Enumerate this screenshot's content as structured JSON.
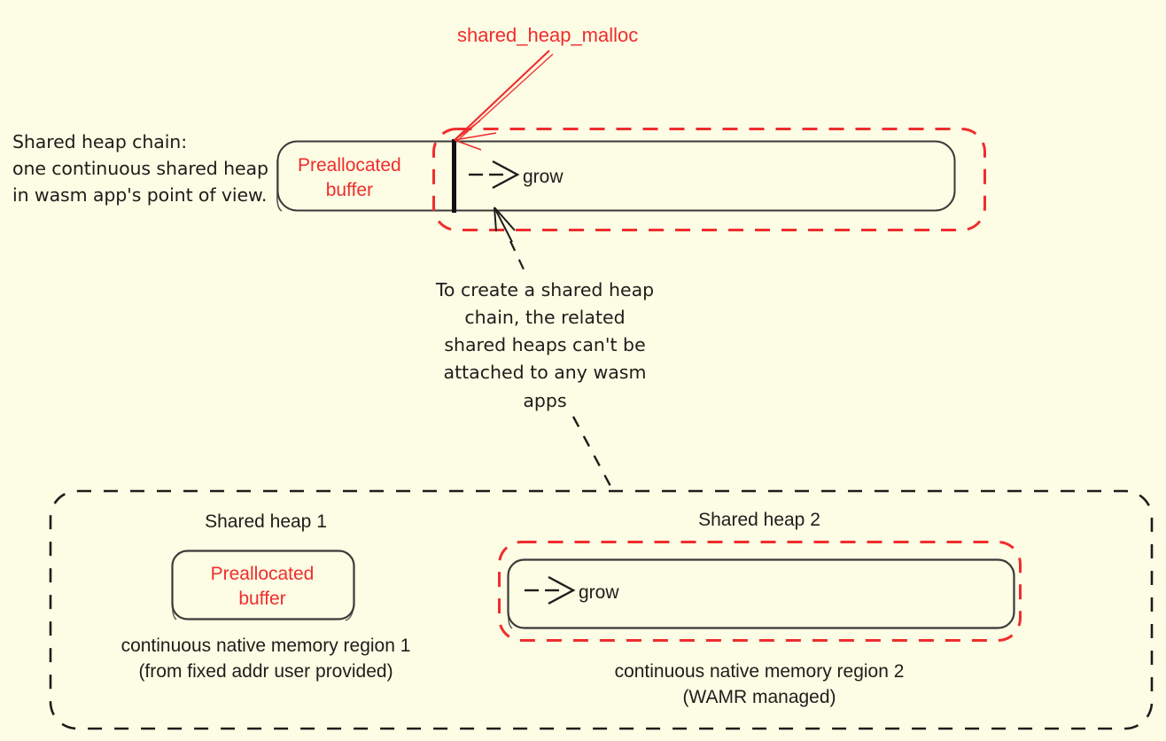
{
  "meta": {
    "background_color": "#FDFCE4",
    "ink_color": "#1d1d1b",
    "accent_color": "#ef2d2d"
  },
  "top": {
    "description": "Shared heap chain:\none continuous shared heap\nin wasm app's point of view.",
    "callout_label": "shared_heap_malloc",
    "preallocated_label": "Preallocated\nbuffer",
    "grow_label": "grow"
  },
  "middle": {
    "note": "To create a shared heap\nchain, the related\nshared heaps can't be\nattached to any wasm\napps"
  },
  "bottom": {
    "heap1_title": "Shared heap 1",
    "heap2_title": "Shared heap 2",
    "preallocated_label": "Preallocated\nbuffer",
    "grow_label": "grow",
    "region1_caption": "continuous native memory region 1\n(from fixed addr user provided)",
    "region2_caption": "continuous native memory region 2\n(WAMR managed)"
  }
}
